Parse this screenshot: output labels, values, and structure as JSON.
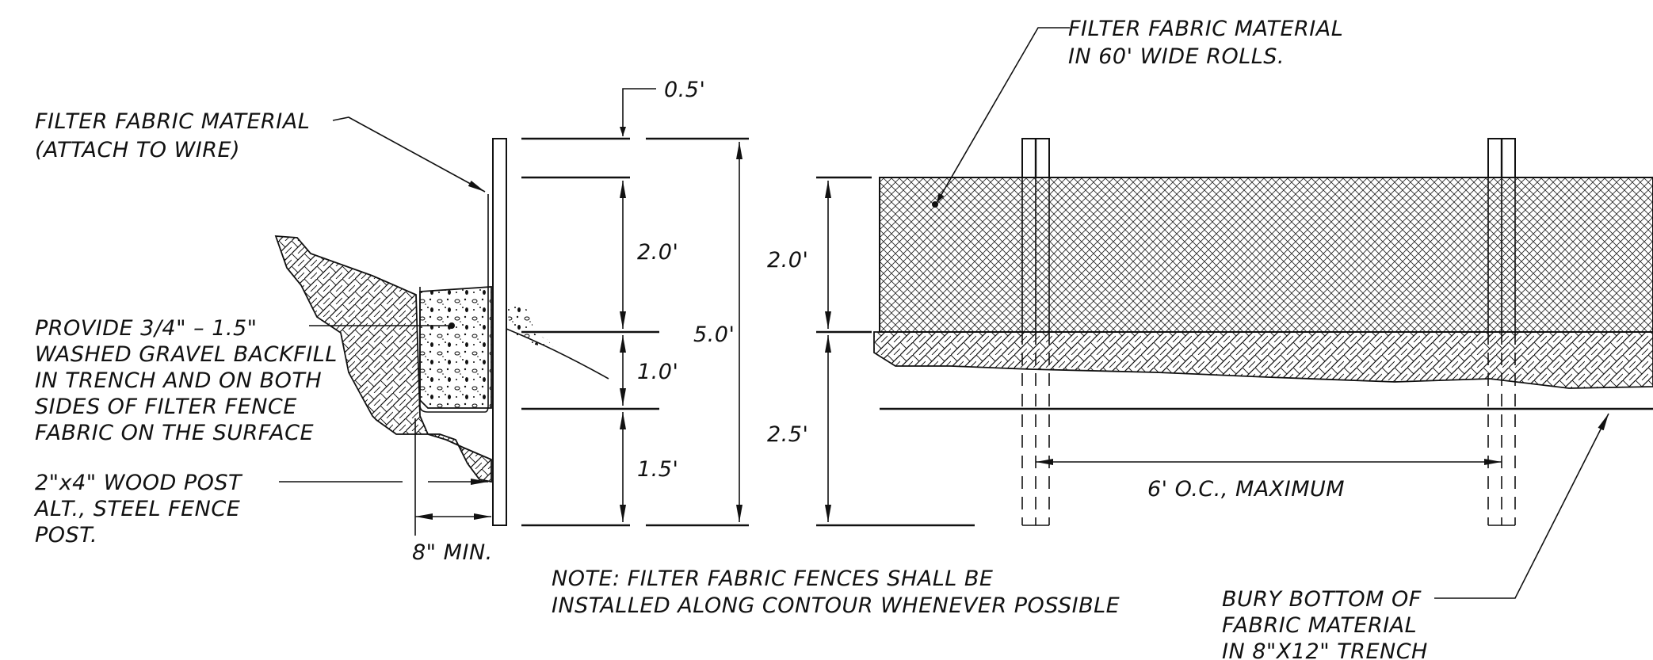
{
  "labels": {
    "fabric_attach_1": "FILTER FABRIC MATERIAL",
    "fabric_attach_2": "(ATTACH TO WIRE)",
    "gravel_1": "PROVIDE 3/4\" – 1.5\"",
    "gravel_2": "WASHED GRAVEL BACKFILL",
    "gravel_3": "IN TRENCH AND ON BOTH",
    "gravel_4": "SIDES OF FILTER FENCE",
    "gravel_5": "FABRIC ON THE SURFACE",
    "post_1": "2\"x4\" WOOD POST",
    "post_2": "ALT., STEEL FENCE",
    "post_3": "POST.",
    "min_8": "8\" MIN.",
    "note_1": "NOTE: FILTER FABRIC FENCES SHALL BE",
    "note_2": "INSTALLED ALONG CONTOUR WHENEVER POSSIBLE",
    "rolls_1": "FILTER FABRIC MATERIAL",
    "rolls_2": "IN 60' WIDE ROLLS.",
    "bury_1": "BURY BOTTOM OF",
    "bury_2": "FABRIC MATERIAL",
    "bury_3": "IN 8\"X12\" TRENCH",
    "spacing": "6' O.C., MAXIMUM"
  },
  "dimensions": {
    "d_05": "0.5'",
    "d_20": "2.0'",
    "d_10": "1.0'",
    "d_15": "1.5'",
    "d_50": "5.0'",
    "e_20": "2.0'",
    "e_25": "2.5'"
  }
}
